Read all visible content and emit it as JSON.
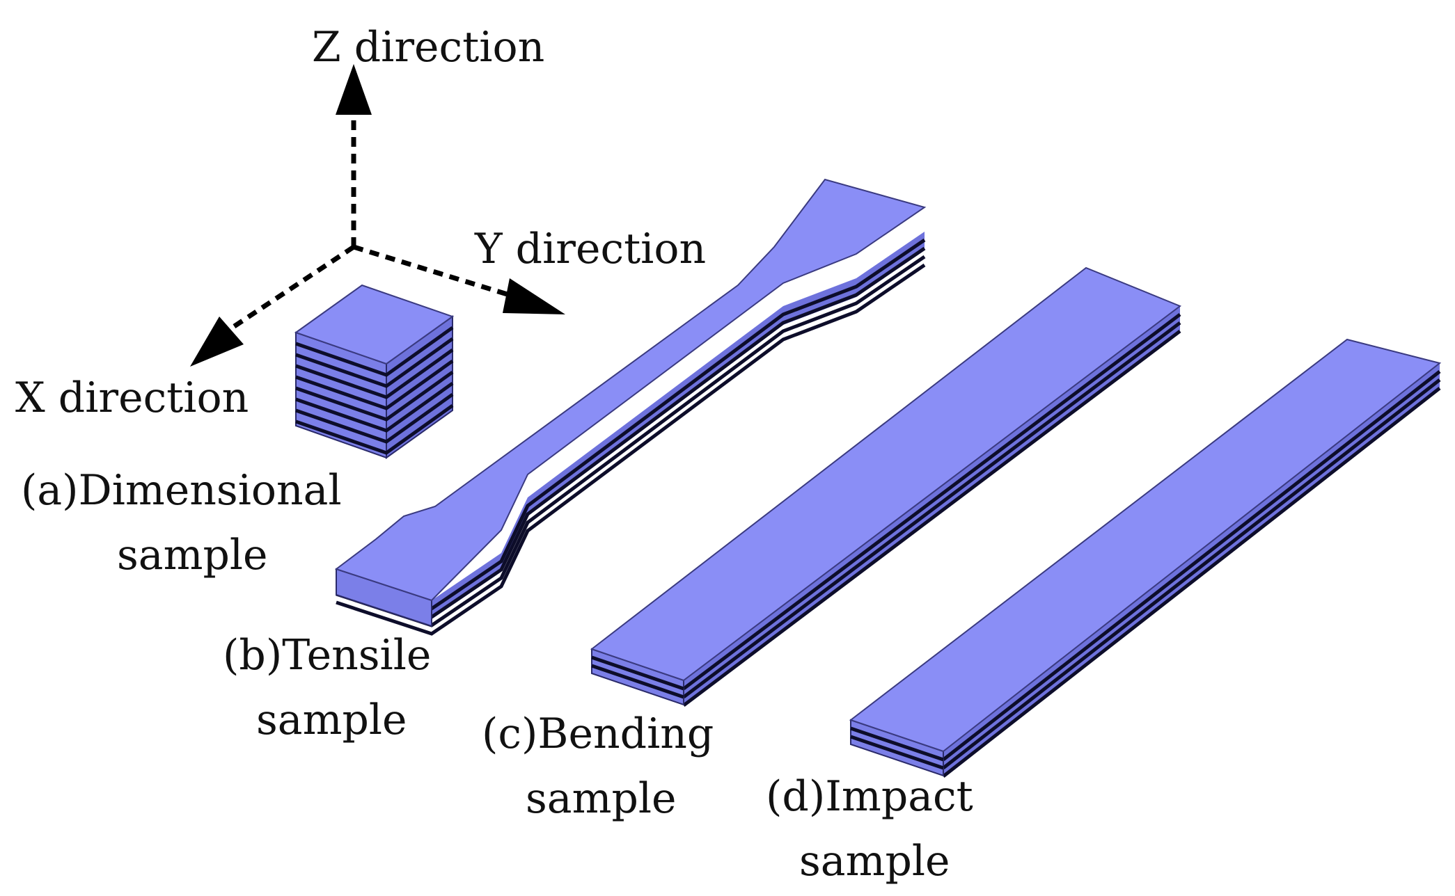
{
  "axes": {
    "z_label": "Z direction",
    "y_label": "Y direction",
    "x_label": "X direction"
  },
  "samples": {
    "a": {
      "line1": "(a)Dimensional",
      "line2": "sample"
    },
    "b": {
      "line1": "(b)Tensile",
      "line2": "sample"
    },
    "c": {
      "line1": "(c)Bending",
      "line2": "sample"
    },
    "d": {
      "line1": "(d)Impact",
      "line2": "sample"
    }
  },
  "colors": {
    "top_face": "#8a8ef6",
    "side_face": "#7b7fe8",
    "layer_edge": "#0d0d2a",
    "arrow": "#000000"
  }
}
